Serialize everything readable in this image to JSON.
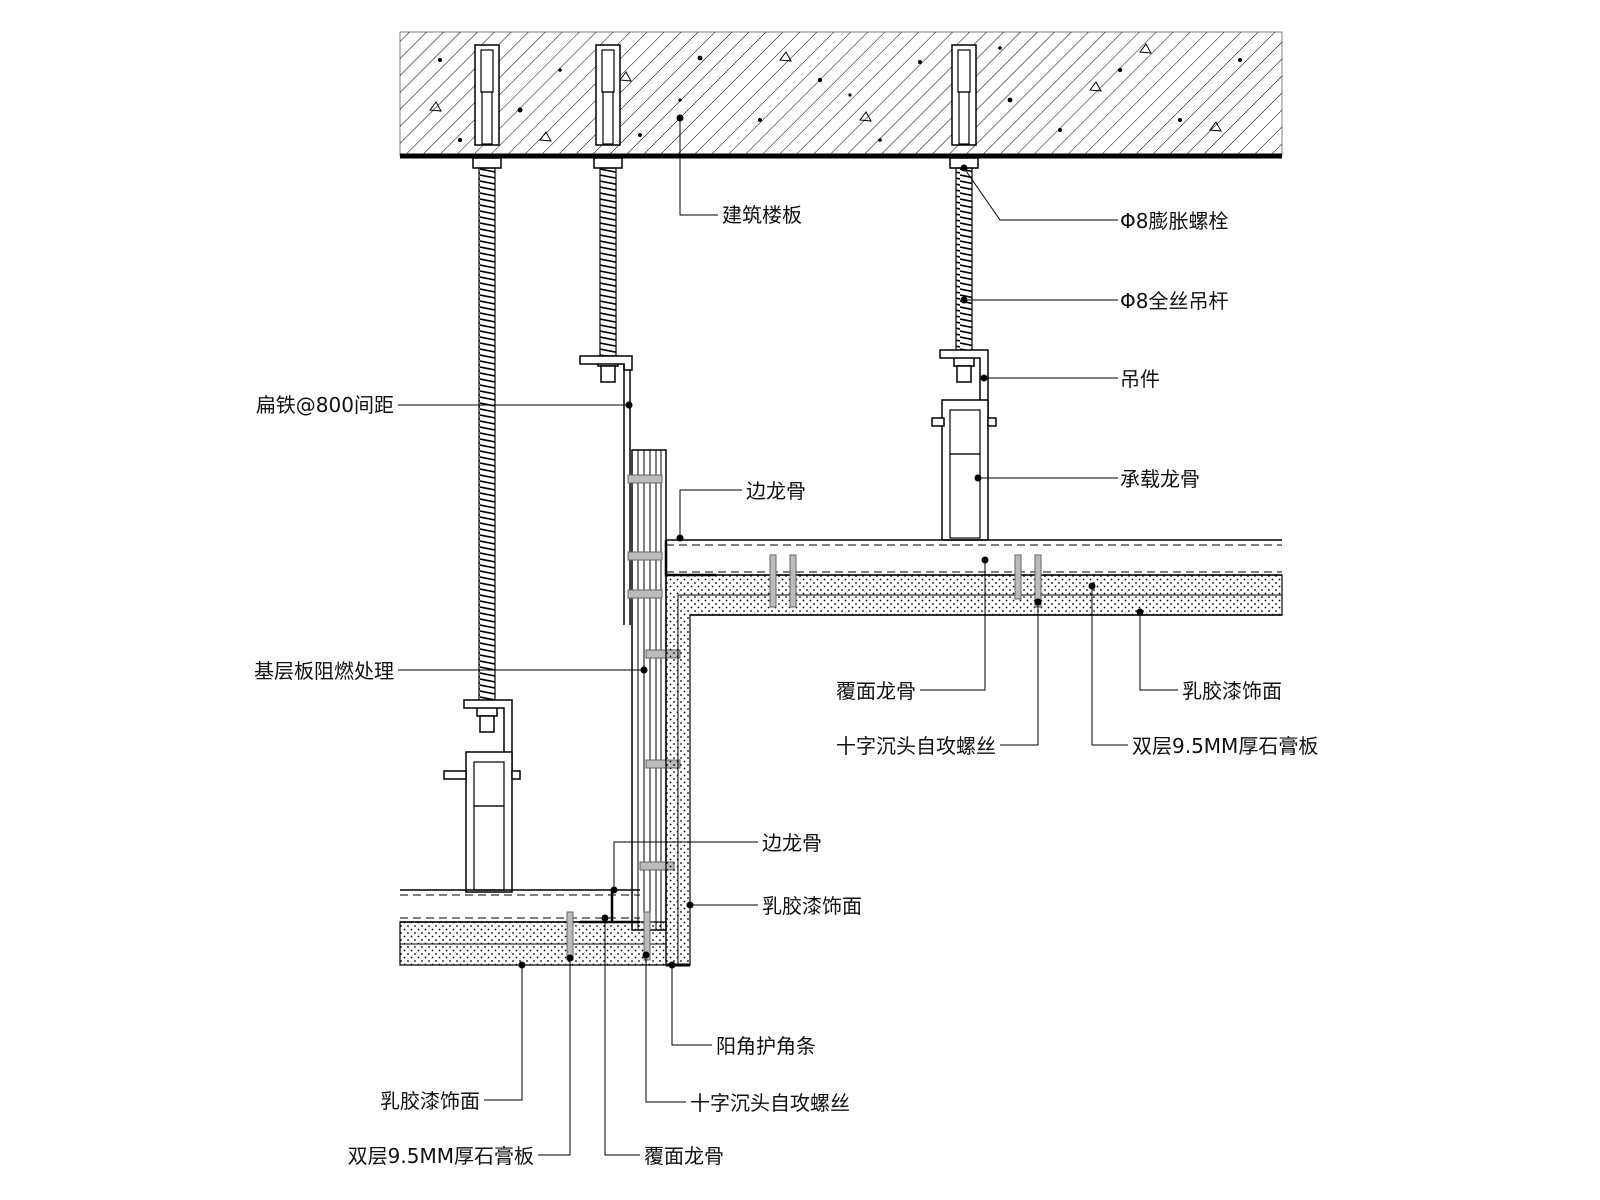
{
  "labels": {
    "floor_slab": "建筑楼板",
    "expansion_bolt": "Φ8膨胀螺栓",
    "threaded_rod": "Φ8全丝吊杆",
    "hanger": "吊件",
    "flat_iron": "扁铁@800间距",
    "main_keel": "承载龙骨",
    "edge_keel_top": "边龙骨",
    "base_board": "基层板阻燃处理",
    "cover_keel_right": "覆面龙骨",
    "latex_paint_right": "乳胶漆饰面",
    "screw_right": "十字沉头自攻螺丝",
    "gypsum_right": "双层9.5MM厚石膏板",
    "edge_keel_bottom": "边龙骨",
    "latex_paint_mid": "乳胶漆饰面",
    "corner_guard": "阳角护角条",
    "screw_bottom": "十字沉头自攻螺丝",
    "latex_paint_left": "乳胶漆饰面",
    "gypsum_left": "双层9.5MM厚石膏板",
    "cover_keel_bottom": "覆面龙骨"
  }
}
